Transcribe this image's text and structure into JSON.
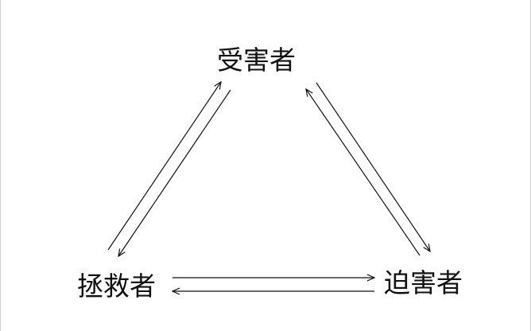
{
  "diagram": {
    "nodes": {
      "top": {
        "label": "受害者"
      },
      "left": {
        "label": "拯救者"
      },
      "right": {
        "label": "迫害者"
      }
    },
    "edges": [
      {
        "from": "left",
        "to": "top"
      },
      {
        "from": "top",
        "to": "left"
      },
      {
        "from": "top",
        "to": "right"
      },
      {
        "from": "right",
        "to": "top"
      },
      {
        "from": "left",
        "to": "right"
      },
      {
        "from": "right",
        "to": "left"
      }
    ],
    "colors": {
      "line": "#111111",
      "text": "#111111",
      "background": "#ffffff"
    }
  }
}
